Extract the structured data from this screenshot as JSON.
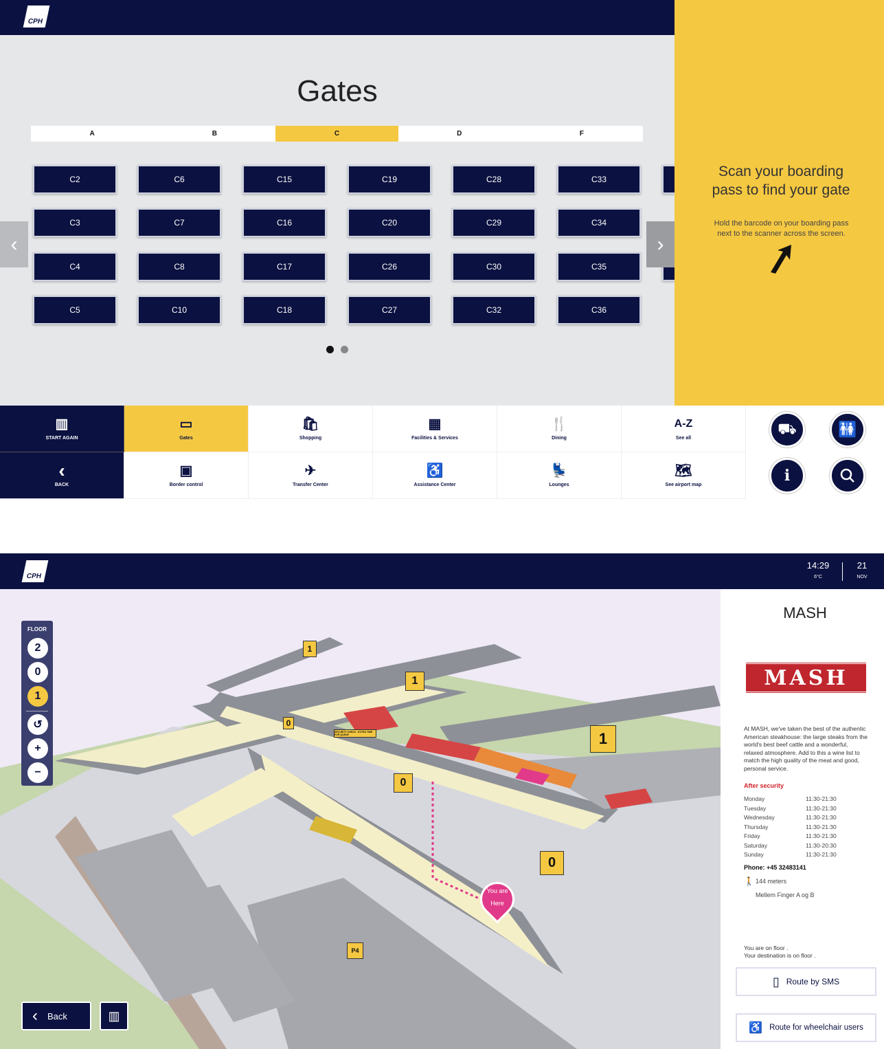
{
  "screen1": {
    "logo": "CPH",
    "title": "Gates",
    "tabs": [
      {
        "label": "A"
      },
      {
        "label": "B"
      },
      {
        "label": "C",
        "active": true
      },
      {
        "label": "D"
      },
      {
        "label": "F"
      }
    ],
    "gate_columns": [
      [
        "C2",
        "C3",
        "C4",
        "C5"
      ],
      [
        "C6",
        "C7",
        "C8",
        "C10"
      ],
      [
        "C15",
        "C16",
        "C17",
        "C18"
      ],
      [
        "C19",
        "C20",
        "C26",
        "C27"
      ],
      [
        "C28",
        "C29",
        "C30",
        "C32"
      ],
      [
        "C33",
        "C34",
        "C35",
        "C36"
      ]
    ],
    "page_indicator": {
      "current": 1,
      "total": 2
    },
    "scan_panel": {
      "heading": "Scan your boarding pass to find your gate",
      "body": "Hold the barcode on your boarding pass next to the scanner across the screen."
    },
    "nav": {
      "start_again": "START AGAIN",
      "back": "BACK",
      "items": [
        {
          "label": "Gates",
          "icon": "boarding-pass-icon",
          "active": true
        },
        {
          "label": "Shopping",
          "icon": "shopping-icon"
        },
        {
          "label": "Facilities & Services",
          "icon": "building-icon"
        },
        {
          "label": "Dining",
          "icon": "cutlery-icon"
        },
        {
          "label": "See all",
          "title": "A-Z"
        },
        {
          "label": "Border control",
          "icon": "passport-icon"
        },
        {
          "label": "Transfer Center",
          "icon": "transfer-icon"
        },
        {
          "label": "Assistance Center",
          "icon": "wheelchair-icon"
        },
        {
          "label": "Lounges",
          "icon": "lounge-icon"
        },
        {
          "label": "See airport map",
          "icon": "map-icon"
        }
      ]
    },
    "colors": {
      "navy": "#0b1140",
      "yellow": "#f5c842"
    }
  },
  "screen2": {
    "logo": "CPH",
    "time": "14:29",
    "temperature": "6°C",
    "day": "21",
    "month": "NOV",
    "floor": {
      "label": "FLOOR",
      "options": [
        "2",
        "0",
        "1"
      ],
      "active": "1"
    },
    "map_labels": {
      "level1": "1",
      "level0": "0",
      "parking": "P4",
      "you_are_here": "You are Here",
      "security": "SECURITY CHECK - EXTRA TIME FOR QUEUE"
    },
    "back": "Back",
    "place": {
      "title": "MASH",
      "logo_text": "MASH",
      "description": "At MASH, we've taken the best of the authentic American steakhouse: the large steaks from the world's best beef cattle and a wonderful, relaxed atmosphere. Add to this a wine list to match the high quality of the meat and good, personal service.",
      "location_type": "After security",
      "hours": [
        [
          "Monday",
          "11:30-21:30"
        ],
        [
          "Tuesday",
          "11:30-21:30"
        ],
        [
          "Wednesday",
          "11:30-21:30"
        ],
        [
          "Thursday",
          "11:30-21:30"
        ],
        [
          "Friday",
          "11:30-21:30"
        ],
        [
          "Saturday",
          "11:30-20:30"
        ],
        [
          "Sunday",
          "11:30-21:30"
        ]
      ],
      "phone": "Phone: +45 32483141",
      "distance": "144 meters",
      "area": "Mellem Finger A og B",
      "floor_you": "You are on floor .",
      "floor_dest": "Your destination is on floor .",
      "route_sms": "Route by SMS",
      "route_wheelchair": "Route for wheelchair users"
    }
  }
}
